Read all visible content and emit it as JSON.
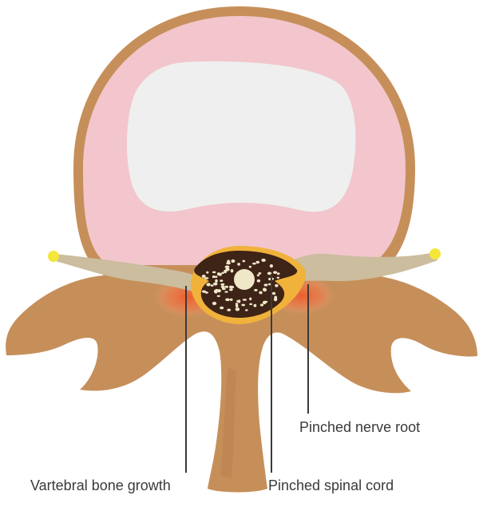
{
  "labels": {
    "bone_growth": "Vartebral bone growth",
    "spinal_cord": "Pinched spinal cord",
    "nerve_root": "Pinched nerve root"
  },
  "colors": {
    "background": "#ffffff",
    "disc_outer": "#c68f5a",
    "disc_ring": "#f2c6cc",
    "disc_nucleus": "#efefef",
    "nerve": "#cbbd9e",
    "nerve_tip": "#f5e63a",
    "bone": "#c68f5a",
    "bone_shadow": "#b57f4d",
    "spinal_canal": "#f0b23a",
    "spinal_cord": "#3e2317",
    "cord_dots": "#efe7c7",
    "inflammation": "#ef6a3c",
    "leader_line": "#3a3a3a"
  }
}
